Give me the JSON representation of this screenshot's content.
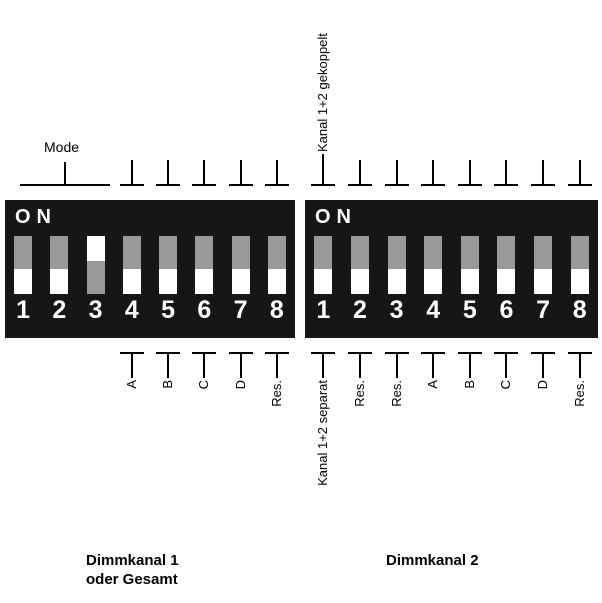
{
  "colors": {
    "block-bg": "#161616",
    "track-gray": "#999999",
    "slider-white": "#ffffff",
    "line-black": "#000000"
  },
  "diagram": {
    "mode_label": "Mode",
    "top_rotated_label": "Kanal 1+2 gekoppelt",
    "blocks": [
      {
        "on_label": "ON",
        "switches": [
          {
            "num": "1",
            "state": "off"
          },
          {
            "num": "2",
            "state": "off"
          },
          {
            "num": "3",
            "state": "on"
          },
          {
            "num": "4",
            "state": "off"
          },
          {
            "num": "5",
            "state": "off"
          },
          {
            "num": "6",
            "state": "off"
          },
          {
            "num": "7",
            "state": "off"
          },
          {
            "num": "8",
            "state": "off"
          }
        ],
        "bottom_labels": [
          "",
          "",
          "",
          "A",
          "B",
          "C",
          "D",
          "Res."
        ],
        "caption_line1": "Dimmkanal 1",
        "caption_line2": "oder Gesamt"
      },
      {
        "on_label": "ON",
        "switches": [
          {
            "num": "1",
            "state": "off"
          },
          {
            "num": "2",
            "state": "off"
          },
          {
            "num": "3",
            "state": "off"
          },
          {
            "num": "4",
            "state": "off"
          },
          {
            "num": "5",
            "state": "off"
          },
          {
            "num": "6",
            "state": "off"
          },
          {
            "num": "7",
            "state": "off"
          },
          {
            "num": "8",
            "state": "off"
          }
        ],
        "bottom_labels": [
          "Kanal 1+2 separat",
          "Res.",
          "Res.",
          "A",
          "B",
          "C",
          "D",
          "Res."
        ],
        "caption_line1": "Dimmkanal 2",
        "caption_line2": ""
      }
    ]
  }
}
